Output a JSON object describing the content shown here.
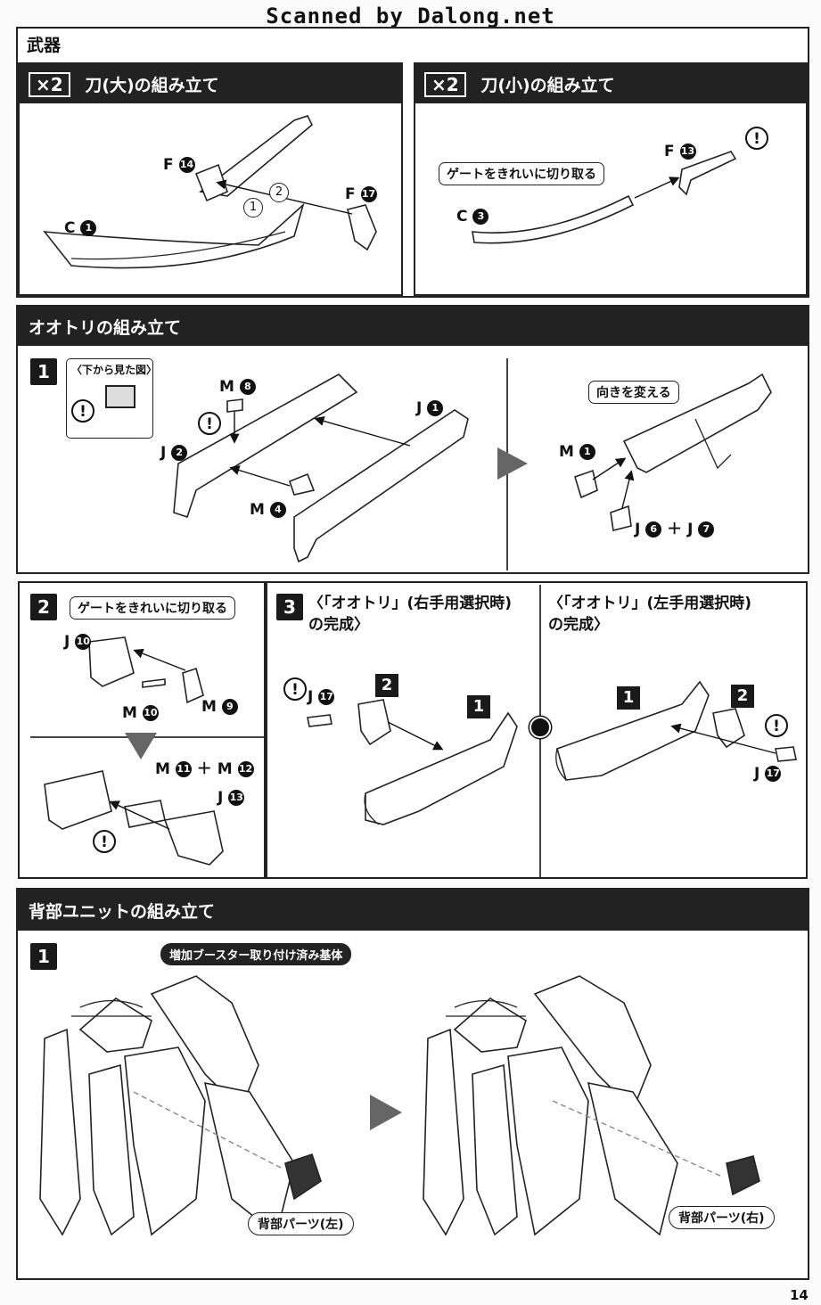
{
  "watermark": "Scanned by Dalong.net",
  "page_number": "14",
  "weapons": {
    "title": "武器",
    "large_blade": {
      "multiplier": "×2",
      "title": "刀(大)の組み立て",
      "parts": {
        "f14": "F",
        "f14_num": "14",
        "f17": "F",
        "f17_num": "17",
        "c1": "C",
        "c1_num": "1"
      },
      "order_1": "1",
      "order_2": "2"
    },
    "small_blade": {
      "multiplier": "×2",
      "title": "刀(小)の組み立て",
      "gate_note": "ゲートをきれいに切り取る",
      "parts": {
        "f13": "F",
        "f13_num": "13",
        "c3": "C",
        "c3_num": "3"
      }
    }
  },
  "ootori": {
    "title": "オオトリの組み立て",
    "step1": {
      "number": "1",
      "inset_caption": "〈下から見た図〉",
      "parts": {
        "m8": "M",
        "m8_num": "8",
        "j1": "J",
        "j1_num": "1",
        "j2": "J",
        "j2_num": "2",
        "m4": "M",
        "m4_num": "4",
        "m1": "M",
        "m1_num": "1",
        "j6": "J",
        "j6_num": "6",
        "plus": "＋",
        "j7": "J",
        "j7_num": "7"
      },
      "turn_note": "向きを変える"
    },
    "step2": {
      "number": "2",
      "gate_note": "ゲートをきれいに切り取る",
      "parts": {
        "j10": "J",
        "j10_num": "10",
        "m10": "M",
        "m10_num": "10",
        "m9": "M",
        "m9_num": "9",
        "m11": "M",
        "m11_num": "11",
        "plus": "＋",
        "m12": "M",
        "m12_num": "12",
        "j13": "J",
        "j13_num": "13"
      }
    },
    "step3": {
      "number": "3",
      "right_title_1": "〈「オオトリ」(右手用選択時)",
      "right_title_2": "の完成〉",
      "left_title_1": "〈「オオトリ」(左手用選択時)",
      "left_title_2": "の完成〉",
      "parts": {
        "j17a": "J",
        "j17a_num": "17",
        "j17b": "J",
        "j17b_num": "17"
      },
      "box_1": "1",
      "box_2": "2"
    }
  },
  "back_unit": {
    "title": "背部ユニットの組み立て",
    "step_number": "1",
    "base_label": "増加ブースター取り付け済み基体",
    "left_part": "背部パーツ(左)",
    "right_part": "背部パーツ(右)"
  },
  "icons": {
    "warning": "!",
    "transition": "arrow-right"
  }
}
